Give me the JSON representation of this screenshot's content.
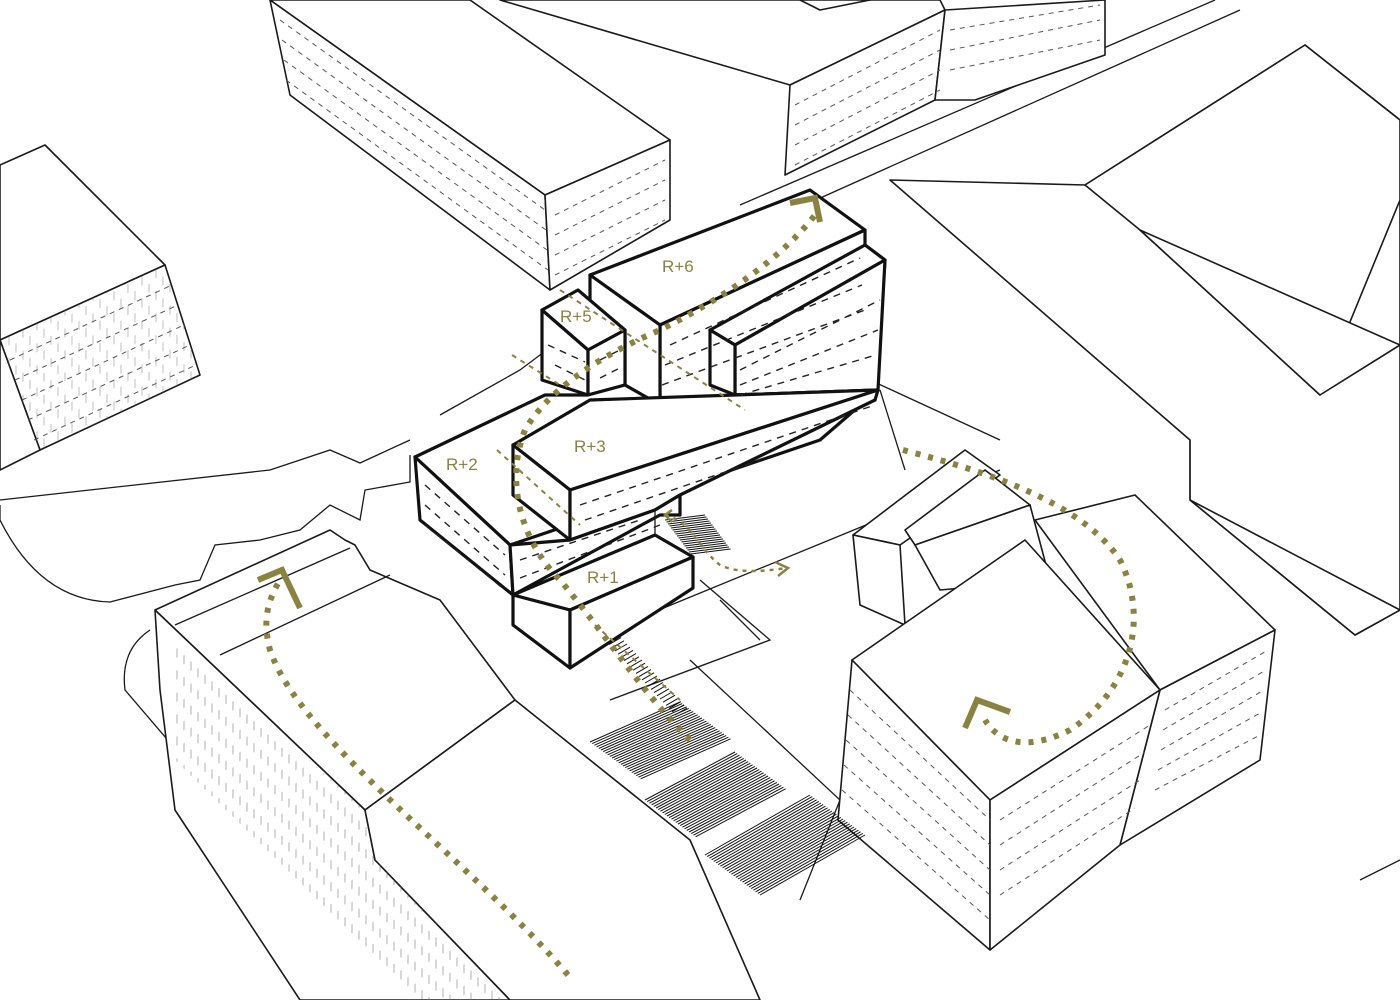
{
  "diagram": {
    "accent_color": "#8a8240",
    "level_labels": {
      "r6": "R+6",
      "r5": "R+5",
      "r3": "R+3",
      "r2": "R+2",
      "r1": "R+1"
    }
  }
}
